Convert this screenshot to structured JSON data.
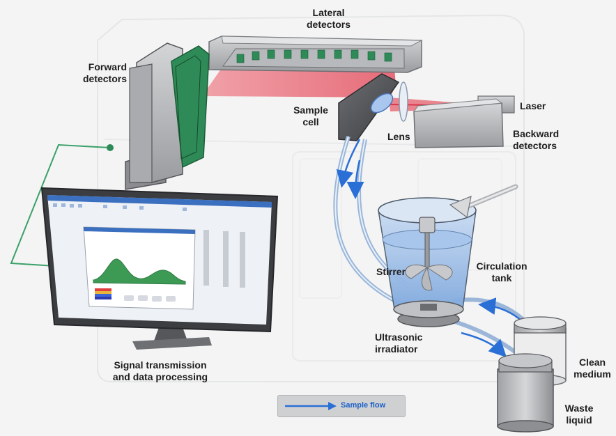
{
  "labels": {
    "lateral_detectors": [
      "Lateral",
      "detectors"
    ],
    "forward_detectors": [
      "Forward",
      "detectors"
    ],
    "sample_cell": [
      "Sample",
      "cell"
    ],
    "lens": "Lens",
    "laser": "Laser",
    "backward_detectors": [
      "Backward",
      "detectors"
    ],
    "stirrer": "Stirrer",
    "circulation_tank": [
      "Circulation",
      "tank"
    ],
    "ultrasonic_irradiator": [
      "Ultrasonic",
      "irradiator"
    ],
    "clean_medium": [
      "Clean",
      "medium"
    ],
    "waste_liquid": [
      "Waste",
      "liquid"
    ],
    "signal_transmission": [
      "Signal transmission",
      "and data processing"
    ]
  },
  "legend": {
    "label": "Sample flow"
  },
  "colors": {
    "laser_beam": "#e8707b",
    "detector_green": "#2e8b57",
    "flow_arrow": "#2a6fd6",
    "signal_line": "#3aa06a",
    "liquid": "#8fb8e8"
  }
}
